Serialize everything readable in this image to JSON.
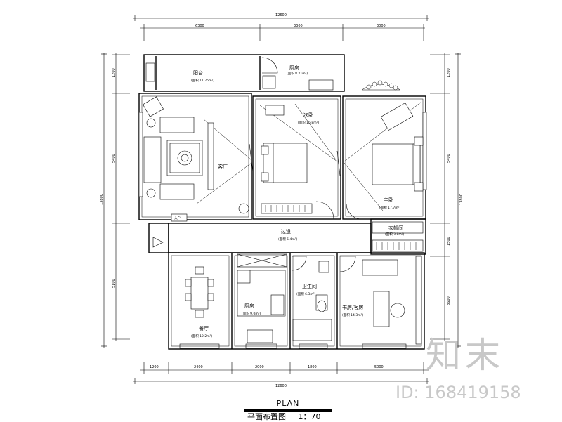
{
  "plan": {
    "dimensions": {
      "overall_top": "12600",
      "overall_bottom": "12600",
      "overall_left": "13800",
      "overall_right": "13800",
      "top_segments": [
        "6300",
        "3300",
        "3000"
      ],
      "bottom_segments": [
        "1200",
        "2400",
        "2000",
        "1800",
        "5000"
      ],
      "left_segments": [
        "1200",
        "5400",
        "5100"
      ],
      "right_segments": [
        "1200",
        "5400",
        "1500",
        "3600"
      ]
    },
    "rooms": {
      "balcony_top": {
        "name": "阳台",
        "sub": "(面积 11.75m²)"
      },
      "kitchen_small": {
        "name": "厨房",
        "sub": "(面积 8.21m²)"
      },
      "living": {
        "name": "客厅",
        "sub": ""
      },
      "bedroom": {
        "name": "次卧",
        "sub": "(面积 15.8m²)"
      },
      "master": {
        "name": "主卧",
        "sub": "(面积 17.7m²)"
      },
      "corridor": {
        "name": "过道",
        "sub": "(面积 5.4m²)"
      },
      "closet": {
        "name": "衣帽间",
        "sub": "(面积 3.8m²)"
      },
      "kitchen": {
        "name": "厨房",
        "sub": "(面积 9.0m²)"
      },
      "bath": {
        "name": "卫生间",
        "sub": "(面积 6.3m²)"
      },
      "study": {
        "name": "书房/客房",
        "sub": "(面积 14.3m²)"
      },
      "dining": {
        "name": "餐厅",
        "sub": "(面积 12.2m²)"
      },
      "entry": {
        "name": "入户",
        "sub": ""
      }
    },
    "title_en": "PLAN",
    "title_cn": "平面布置图",
    "scale": "1：70"
  },
  "watermark": {
    "brand": "知末",
    "id_text": "ID: 168419158"
  }
}
